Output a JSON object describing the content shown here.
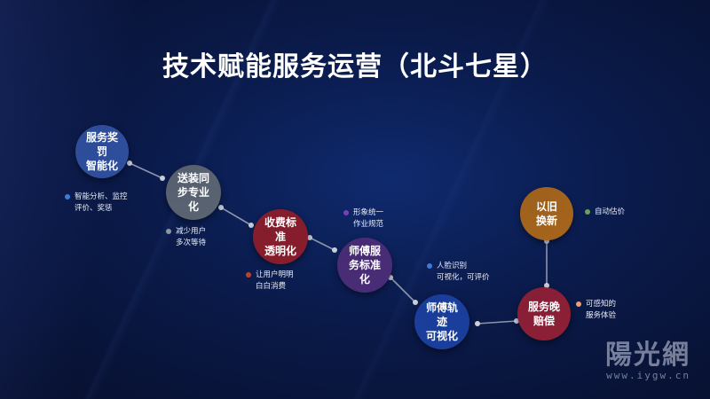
{
  "title": "技术赋能服务运营（北斗七星）",
  "colors": {
    "node1": "#2f4f9e",
    "node2": "#5b6471",
    "node3": "#8a1d2a",
    "node4": "#4a2c76",
    "node5": "#1b3f9e",
    "node6": "#8e1f35",
    "node7": "#a7651a"
  },
  "nodes": [
    {
      "line1": "服务奖罚",
      "line2": "智能化"
    },
    {
      "line1": "送装同",
      "line2": "步专业",
      "line3": "化"
    },
    {
      "line1": "收费标准",
      "line2": "透明化"
    },
    {
      "line1": "师傅服",
      "line2": "务标准",
      "line3": "化"
    },
    {
      "line1": "师傅轨迹",
      "line2": "可视化"
    },
    {
      "line1": "服务晚",
      "line2": "赔偿"
    },
    {
      "line1": "以旧",
      "line2": "换新"
    }
  ],
  "notes": [
    {
      "line1": "智能分析、监控",
      "line2": "评价、奖惩",
      "color": "#3d7bd6"
    },
    {
      "line1": "减少用户",
      "line2": "多次等待",
      "color": "#8d96a3"
    },
    {
      "line1": "让用户明明",
      "line2": "白白消费",
      "color": "#c0412a"
    },
    {
      "line1": "形象统一",
      "line2": "作业规范",
      "color": "#7a3fb8"
    },
    {
      "line1": "人脸识别",
      "line2": "可视化，可评价",
      "color": "#3d7bd6"
    },
    {
      "line1": "可感知的",
      "line2": "服务体验",
      "color": "#e8a077"
    },
    {
      "line1": "自动估价",
      "line2": "",
      "color": "#6aa352"
    }
  ],
  "watermark": {
    "logo": "陽光網",
    "url": "www.iygw.cn"
  }
}
